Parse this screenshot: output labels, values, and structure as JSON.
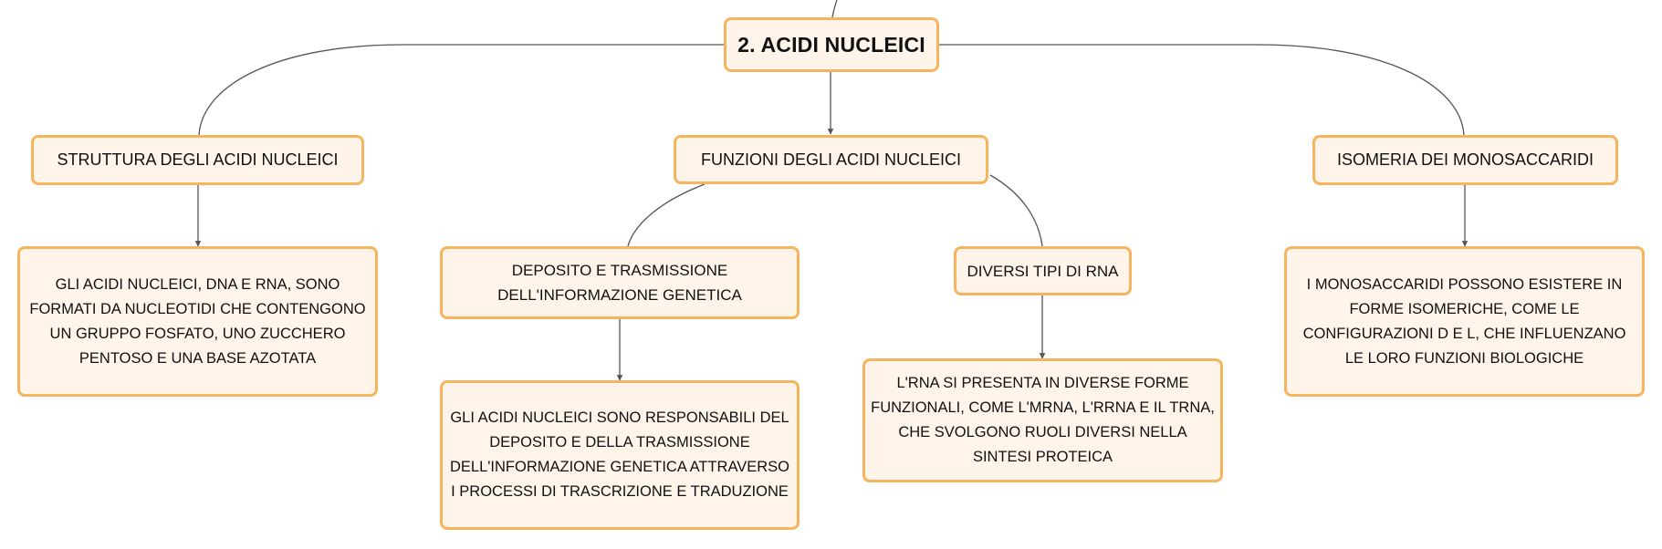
{
  "diagram": {
    "root": {
      "label": "2. ACIDI NUCLEICI"
    },
    "sections": [
      {
        "id": "struttura",
        "label": "STRUTTURA DEGLI ACIDI NUCLEICI"
      },
      {
        "id": "funzioni",
        "label": "FUNZIONI DEGLI ACIDI NUCLEICI"
      },
      {
        "id": "isomeria",
        "label": "ISOMERIA DEI MONOSACCARIDI"
      }
    ],
    "subtopics": [
      {
        "id": "deposito",
        "label": "DEPOSITO E TRASMISSIONE DELL'INFORMAZIONE GENETICA"
      },
      {
        "id": "tipi-rna",
        "label": "DIVERSI TIPI DI RNA"
      }
    ],
    "notes": [
      {
        "id": "note-struttura",
        "text": "GLI ACIDI NUCLEICI, DNA E RNA, SONO FORMATI DA NUCLEOTIDI CHE CONTENGONO UN GRUPPO FOSFATO, UNO ZUCCHERO PENTOSO E UNA BASE AZOTATA"
      },
      {
        "id": "note-deposito",
        "text": "GLI ACIDI NUCLEICI SONO RESPONSABILI DEL DEPOSITO E DELLA TRASMISSIONE DELL'INFORMAZIONE GENETICA ATTRAVERSO I PROCESSI DI TRASCRIZIONE E TRADUZIONE"
      },
      {
        "id": "note-rna",
        "text": "L'RNA SI PRESENTA IN DIVERSE FORME FUNZIONALI, COME L'MRNA, L'RRNA E IL TRNA, CHE SVOLGONO RUOLI DIVERSI NELLA SINTESI PROTEICA"
      },
      {
        "id": "note-isomeria",
        "text": "I MONOSACCARIDI POSSONO ESISTERE IN FORME ISOMERICHE, COME LE CONFIGURAZIONI D E L, CHE INFLUENZANO LE LORO FUNZIONI BIOLOGICHE"
      }
    ],
    "colors": {
      "node_fill": "#fef4ea",
      "node_border": "#f7b45e",
      "connector": "#555555",
      "text": "#111111"
    }
  }
}
